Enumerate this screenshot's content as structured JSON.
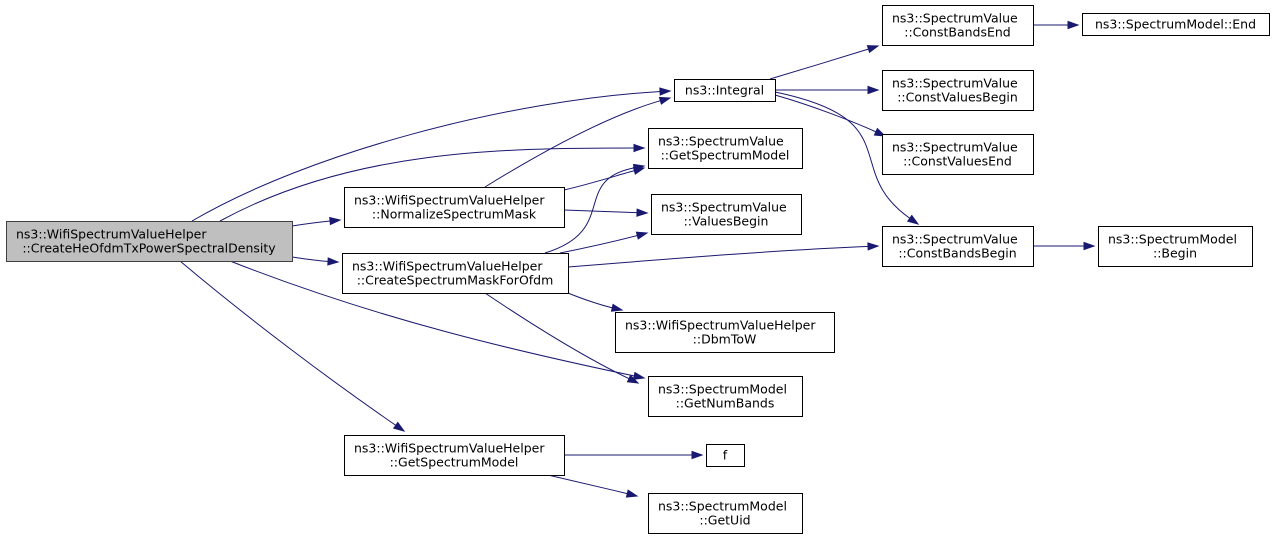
{
  "graph": {
    "nodes": [
      {
        "id": "root",
        "lines": [
          "ns3::WifiSpectrumValueHelper",
          "::CreateHeOfdmTxPowerSpectralDensity"
        ],
        "highlight": true
      },
      {
        "id": "integral",
        "lines": [
          "ns3::Integral"
        ]
      },
      {
        "id": "sv_getspectrummodel",
        "lines": [
          "ns3::SpectrumValue",
          "::GetSpectrumModel"
        ]
      },
      {
        "id": "normalize",
        "lines": [
          "ns3::WifiSpectrumValueHelper",
          "::NormalizeSpectrumMask"
        ]
      },
      {
        "id": "createmask",
        "lines": [
          "ns3::WifiSpectrumValueHelper",
          "::CreateSpectrumMaskForOfdm"
        ]
      },
      {
        "id": "valuesbegin",
        "lines": [
          "ns3::SpectrumValue",
          "::ValuesBegin"
        ]
      },
      {
        "id": "dbmtow",
        "lines": [
          "ns3::WifiSpectrumValueHelper",
          "::DbmToW"
        ]
      },
      {
        "id": "getnumbands",
        "lines": [
          "ns3::SpectrumModel",
          "::GetNumBands"
        ]
      },
      {
        "id": "wsvh_getspectrummodel",
        "lines": [
          "ns3::WifiSpectrumValueHelper",
          "::GetSpectrumModel"
        ]
      },
      {
        "id": "f",
        "lines": [
          "f"
        ]
      },
      {
        "id": "getuid",
        "lines": [
          "ns3::SpectrumModel",
          "::GetUid"
        ]
      },
      {
        "id": "constbandsend",
        "lines": [
          "ns3::SpectrumValue",
          "::ConstBandsEnd"
        ]
      },
      {
        "id": "constvaluesbegin",
        "lines": [
          "ns3::SpectrumValue",
          "::ConstValuesBegin"
        ]
      },
      {
        "id": "constvaluesend",
        "lines": [
          "ns3::SpectrumValue",
          "::ConstValuesEnd"
        ]
      },
      {
        "id": "constbandsbegin",
        "lines": [
          "ns3::SpectrumValue",
          "::ConstBandsBegin"
        ]
      },
      {
        "id": "sm_end",
        "lines": [
          "ns3::SpectrumModel::End"
        ]
      },
      {
        "id": "sm_begin",
        "lines": [
          "ns3::SpectrumModel",
          "::Begin"
        ]
      }
    ],
    "edges": [
      {
        "from": "root",
        "to": "integral"
      },
      {
        "from": "root",
        "to": "sv_getspectrummodel"
      },
      {
        "from": "root",
        "to": "normalize"
      },
      {
        "from": "root",
        "to": "createmask"
      },
      {
        "from": "root",
        "to": "getnumbands"
      },
      {
        "from": "root",
        "to": "wsvh_getspectrummodel"
      },
      {
        "from": "normalize",
        "to": "integral"
      },
      {
        "from": "normalize",
        "to": "sv_getspectrummodel"
      },
      {
        "from": "normalize",
        "to": "valuesbegin"
      },
      {
        "from": "createmask",
        "to": "sv_getspectrummodel"
      },
      {
        "from": "createmask",
        "to": "valuesbegin"
      },
      {
        "from": "createmask",
        "to": "constbandsbegin"
      },
      {
        "from": "createmask",
        "to": "dbmtow"
      },
      {
        "from": "createmask",
        "to": "getnumbands"
      },
      {
        "from": "wsvh_getspectrummodel",
        "to": "f"
      },
      {
        "from": "wsvh_getspectrummodel",
        "to": "getuid"
      },
      {
        "from": "integral",
        "to": "constbandsend"
      },
      {
        "from": "integral",
        "to": "constvaluesbegin"
      },
      {
        "from": "integral",
        "to": "constvaluesend"
      },
      {
        "from": "integral",
        "to": "constbandsbegin"
      },
      {
        "from": "constbandsend",
        "to": "sm_end"
      },
      {
        "from": "constbandsbegin",
        "to": "sm_begin"
      }
    ]
  }
}
